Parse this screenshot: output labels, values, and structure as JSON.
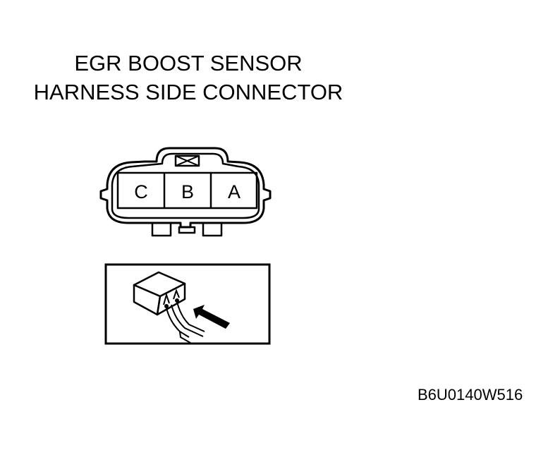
{
  "diagram": {
    "title_line1": "EGR BOOST SENSOR",
    "title_line2": "HARNESS SIDE CONNECTOR",
    "connector": {
      "pins": [
        {
          "label": "C"
        },
        {
          "label": "B"
        },
        {
          "label": "A"
        }
      ],
      "lock_symbol": "x-box"
    },
    "inset": {
      "description": "harness-side connector view with arrow indicating viewing direction",
      "arrow_icon": "arrow-up-left"
    },
    "reference_code": "B6U0140W516"
  }
}
